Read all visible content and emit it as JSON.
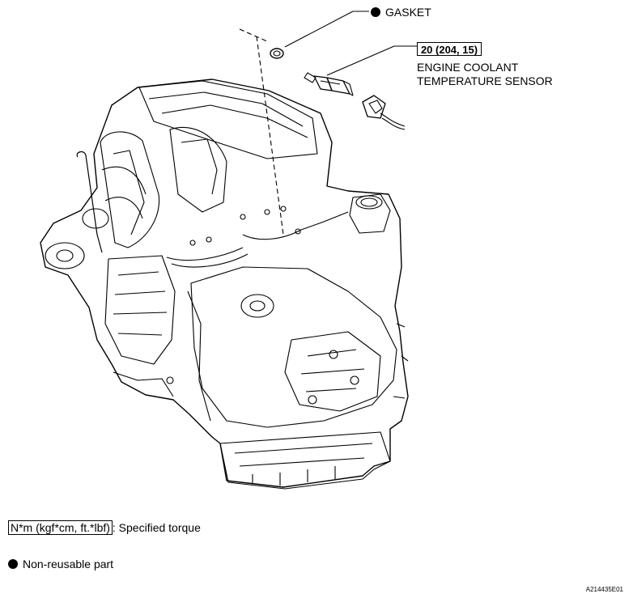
{
  "callouts": {
    "gasket": "GASKET",
    "torque_spec": "20 (204, 15)",
    "sensor_line1": "ENGINE COOLANT",
    "sensor_line2": "TEMPERATURE SENSOR"
  },
  "legend": {
    "torque_unit": "N*m (kgf*cm, ft.*lbf)",
    "torque_text": ": Specified torque",
    "nonreusable_text": "Non-reusable part"
  },
  "figure_code": "A214435E01"
}
